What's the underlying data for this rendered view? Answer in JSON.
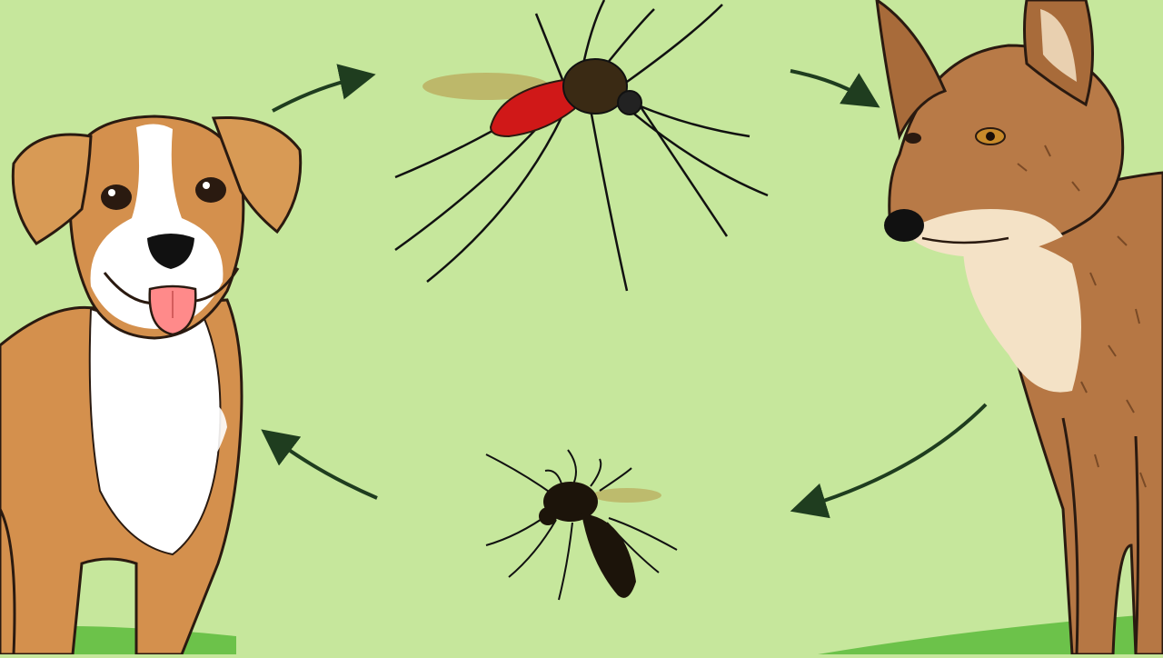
{
  "scene": {
    "background_color": "#c6e79c",
    "ground_color": "#6cc24a",
    "arrow_color": "#1f3d1f"
  },
  "cycle": {
    "nodes": [
      {
        "id": "dog",
        "icon": "dog-icon"
      },
      {
        "id": "mosquito-fed",
        "icon": "blood-fed-mosquito-icon"
      },
      {
        "id": "wild-canid",
        "icon": "coyote-icon"
      },
      {
        "id": "mosquito",
        "icon": "mosquito-icon"
      }
    ],
    "edges": [
      {
        "from": "dog",
        "to": "mosquito-fed"
      },
      {
        "from": "mosquito-fed",
        "to": "wild-canid"
      },
      {
        "from": "wild-canid",
        "to": "mosquito"
      },
      {
        "from": "mosquito",
        "to": "dog"
      }
    ]
  }
}
